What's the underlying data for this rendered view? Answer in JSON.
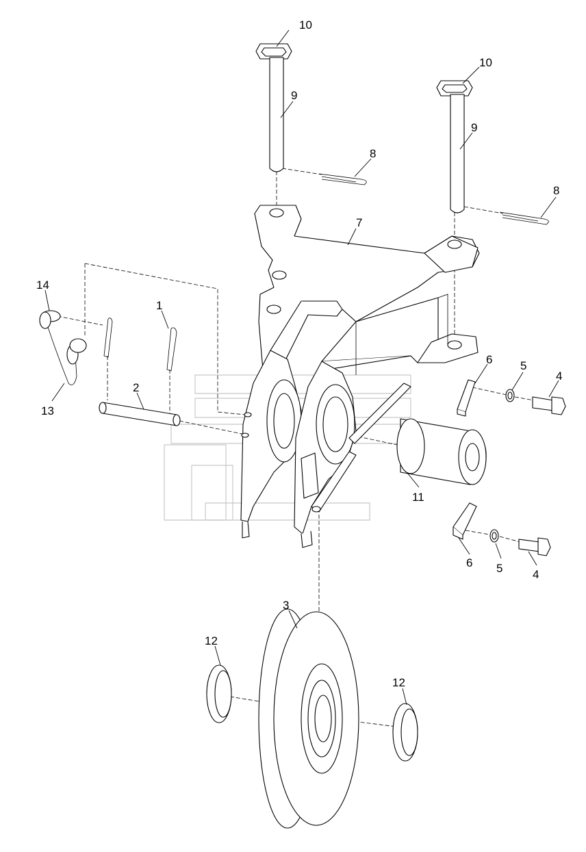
{
  "diagram": {
    "callouts": [
      {
        "id": "c10a",
        "label": "10"
      },
      {
        "id": "c10b",
        "label": "10"
      },
      {
        "id": "c9a",
        "label": "9"
      },
      {
        "id": "c9b",
        "label": "9"
      },
      {
        "id": "c8a",
        "label": "8"
      },
      {
        "id": "c8b",
        "label": "8"
      },
      {
        "id": "c7",
        "label": "7"
      },
      {
        "id": "c14",
        "label": "14"
      },
      {
        "id": "c1",
        "label": "1"
      },
      {
        "id": "c13",
        "label": "13"
      },
      {
        "id": "c2",
        "label": "2"
      },
      {
        "id": "c6a",
        "label": "6"
      },
      {
        "id": "c5a",
        "label": "5"
      },
      {
        "id": "c4a",
        "label": "4"
      },
      {
        "id": "c11",
        "label": "11"
      },
      {
        "id": "c6b",
        "label": "6"
      },
      {
        "id": "c5b",
        "label": "5"
      },
      {
        "id": "c4b",
        "label": "4"
      },
      {
        "id": "c3",
        "label": "3"
      },
      {
        "id": "c12a",
        "label": "12"
      },
      {
        "id": "c12b",
        "label": "12"
      }
    ]
  }
}
